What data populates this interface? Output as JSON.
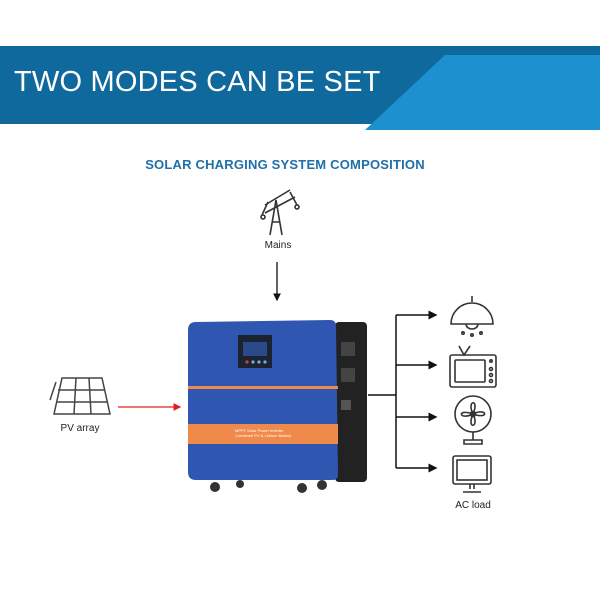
{
  "banner": {
    "title": "TWO MODES CAN BE SET"
  },
  "diagram": {
    "title": "SOLAR CHARGING SYSTEM COMPOSITION",
    "mains_label": "Mains",
    "pv_label": "PV array",
    "load_label": "AC load",
    "product_label_line1": "MPPT Solar Power Inverter",
    "product_label_line2": "Combined PV & Lithium Battery"
  },
  "colors": {
    "banner_dark": "#10699c",
    "banner_light": "#1d90d0",
    "title": "#1f6fa8",
    "device": "#2f56b0",
    "stripe": "#f08a4b",
    "pv_arrow": "#e02020"
  }
}
